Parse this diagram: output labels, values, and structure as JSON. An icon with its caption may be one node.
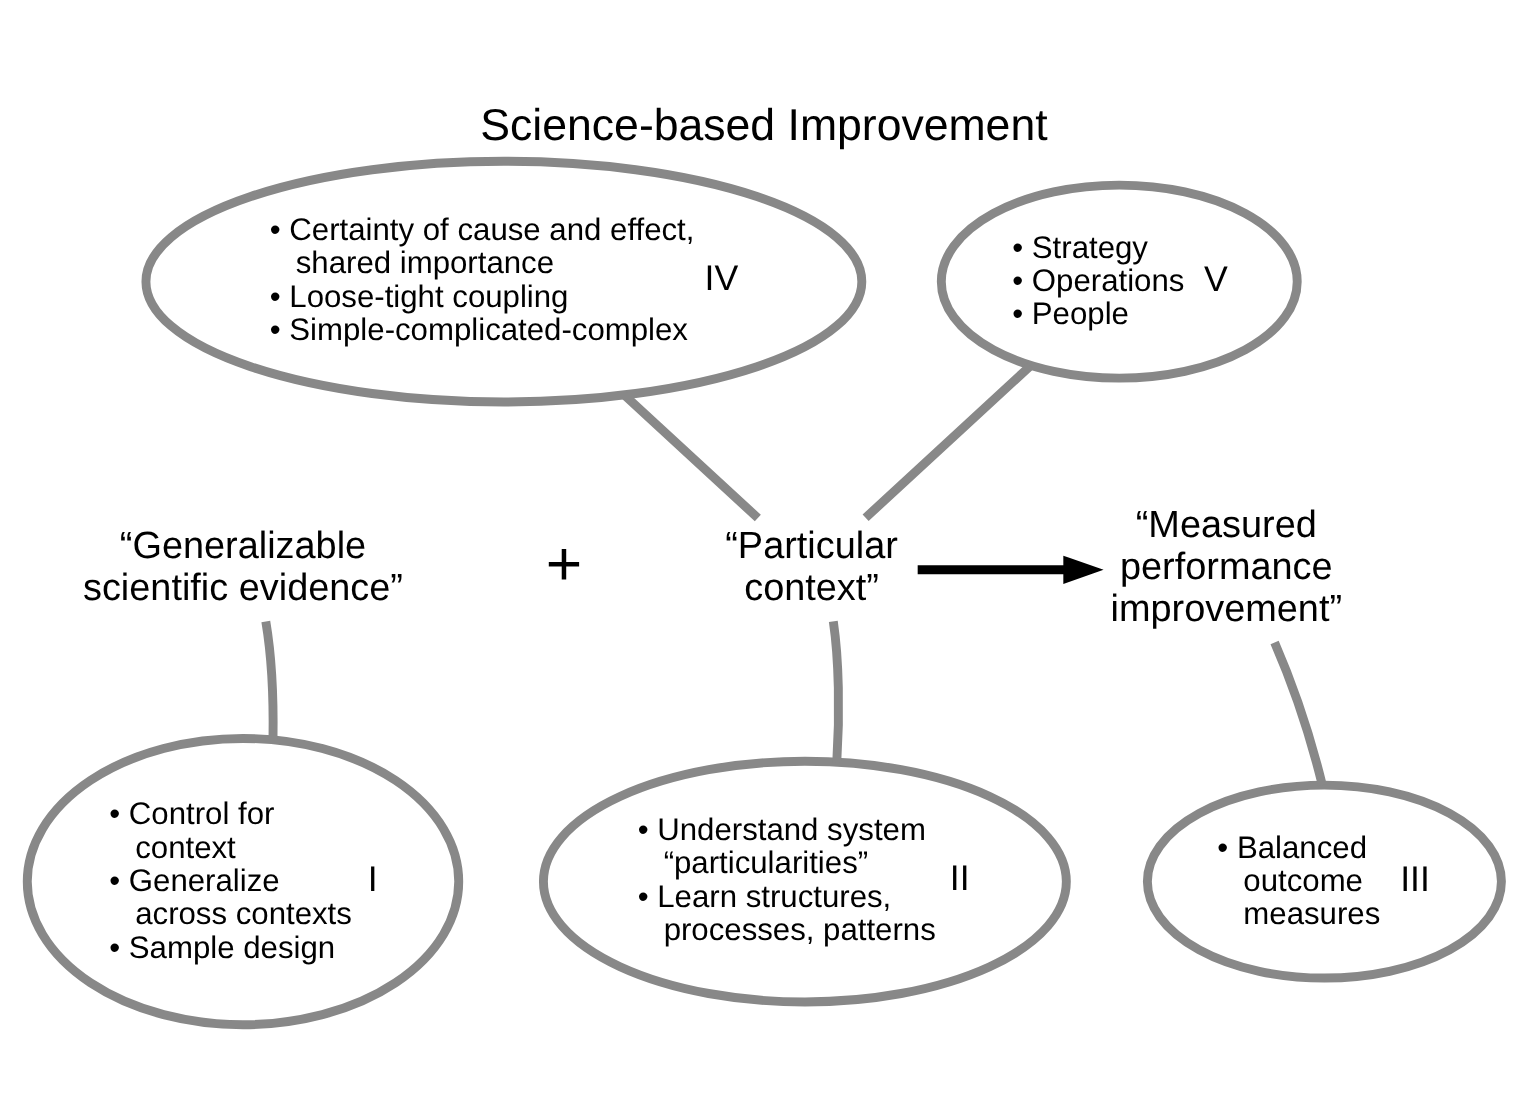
{
  "diagram": {
    "title": "Science-based Improvement",
    "nodes": [
      {
        "text": [
          "“Generalizable scientific evidence”"
        ]
      },
      {
        "text": [
          "“Particular context”"
        ]
      },
      {
        "text": [
          "“Measured performance improvement”"
        ]
      },
      {
        "text": [
          "• Certainty of cause and effect, shared importance",
          "• Loose-tight coupling",
          "• Simple-complicated-complex",
          "IV"
        ]
      },
      {
        "text": [
          "• Strategy",
          "• Operations",
          "• People",
          "V"
        ]
      },
      {
        "text": [
          "• Control for context",
          "• Generalize across contexts",
          "• Sample design",
          "I"
        ]
      },
      {
        "text": [
          "• Understand system “particularities”",
          "• Learn structures, processes, patterns",
          "II"
        ]
      },
      {
        "text": [
          "• Balanced outcome measures",
          "III"
        ]
      }
    ],
    "edges": [
      {
        "from": 3,
        "to": 1,
        "arrow": "none"
      },
      {
        "from": 4,
        "to": 1,
        "arrow": "none"
      },
      {
        "from": 1,
        "to": 2,
        "arrow": "to",
        "color": "#000000"
      },
      {
        "from": 5,
        "to": 0,
        "arrow": "none"
      },
      {
        "from": 6,
        "to": 1,
        "arrow": "none"
      },
      {
        "from": 7,
        "to": 2,
        "arrow": "none"
      }
    ],
    "labels": [
      "+"
    ]
  }
}
